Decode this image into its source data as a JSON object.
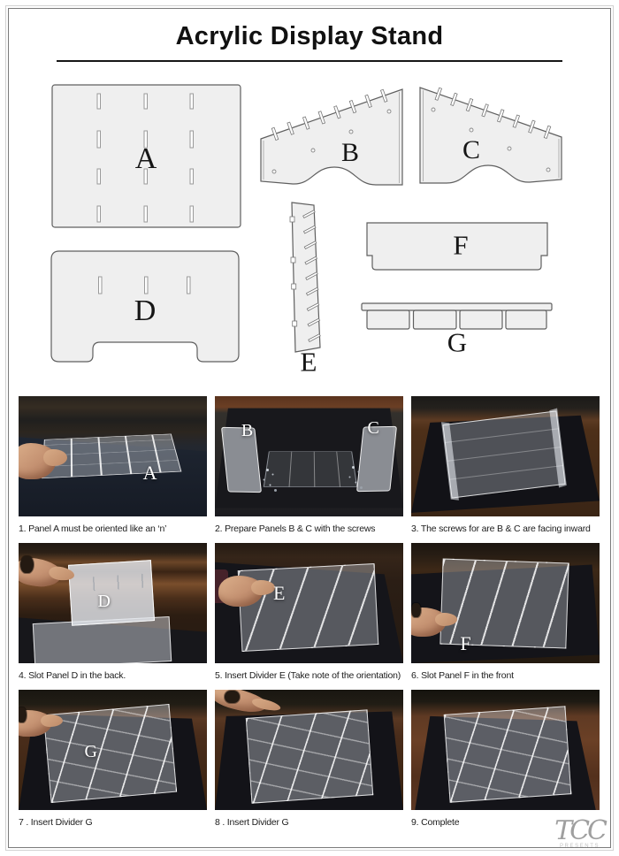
{
  "page": {
    "title": "Acrylic Display Stand"
  },
  "parts": [
    {
      "label": "A"
    },
    {
      "label": "B"
    },
    {
      "label": "C"
    },
    {
      "label": "D"
    },
    {
      "label": "E"
    },
    {
      "label": "F"
    },
    {
      "label": "G"
    }
  ],
  "steps": [
    {
      "caption": "1. Panel A must be oriented like an  ‘n’",
      "labels": [
        "A"
      ]
    },
    {
      "caption": "2. Prepare Panels B & C with the screws",
      "labels": [
        "B",
        "C"
      ]
    },
    {
      "caption": "3. The screws for are B & C are facing inward",
      "labels": []
    },
    {
      "caption": "4. Slot Panel D in the back.",
      "labels": [
        "D"
      ]
    },
    {
      "caption": "5. Insert Divider E (Take note of the orientation)",
      "labels": [
        "E"
      ]
    },
    {
      "caption": "6. Slot Panel F in the front",
      "labels": [
        "F"
      ]
    },
    {
      "caption": "7 . Insert Divider G",
      "labels": [
        "G"
      ]
    },
    {
      "caption": "8 . Insert Divider G",
      "labels": []
    },
    {
      "caption": "9. Complete",
      "labels": []
    }
  ],
  "watermark": {
    "logo": "TCC",
    "sub": "PRESENTS"
  },
  "colors": {
    "panel_fill": "#efefef",
    "panel_stroke": "#5f5f5f",
    "mat_black": "#141419",
    "mat_navy": "#1c222c",
    "wood_brown": "#5a3723",
    "title_text": "#111111"
  }
}
